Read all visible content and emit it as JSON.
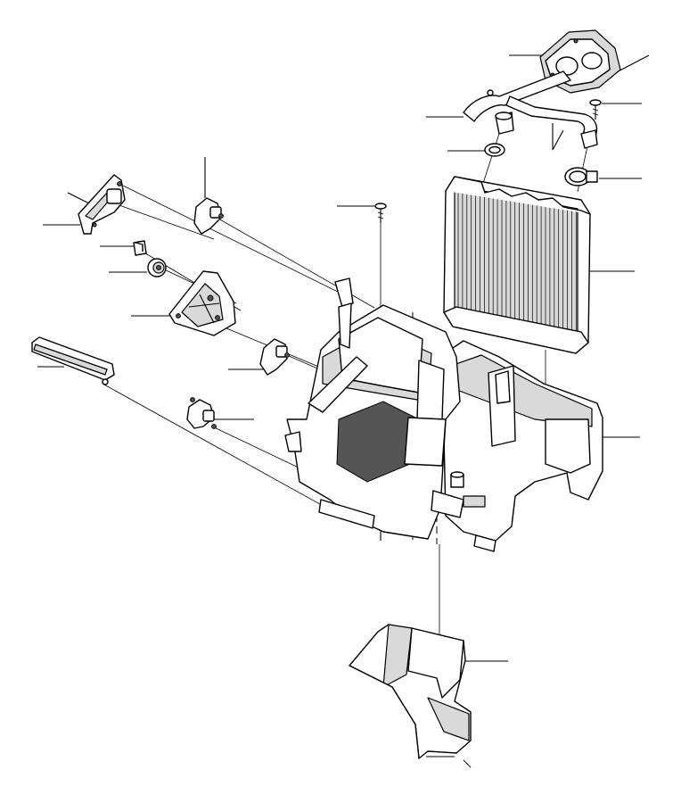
{
  "diagram": {
    "parts": [
      {
        "id": "outlet-flange"
      },
      {
        "id": "heater-pipes"
      },
      {
        "id": "screw-top-right"
      },
      {
        "id": "o-ring"
      },
      {
        "id": "hose-clamp"
      },
      {
        "id": "heater-core"
      },
      {
        "id": "heater-housing"
      },
      {
        "id": "air-duct"
      },
      {
        "id": "actuator-arm"
      },
      {
        "id": "actuator-motor-upper"
      },
      {
        "id": "clip"
      },
      {
        "id": "bushing"
      },
      {
        "id": "lever-plate"
      },
      {
        "id": "actuator-motor-middle"
      },
      {
        "id": "actuator-motor-lower"
      },
      {
        "id": "slide-rod"
      },
      {
        "id": "screw-center"
      }
    ],
    "colors": {
      "line": "#000000",
      "shade": "#d9d9d9",
      "background": "#ffffff"
    }
  }
}
